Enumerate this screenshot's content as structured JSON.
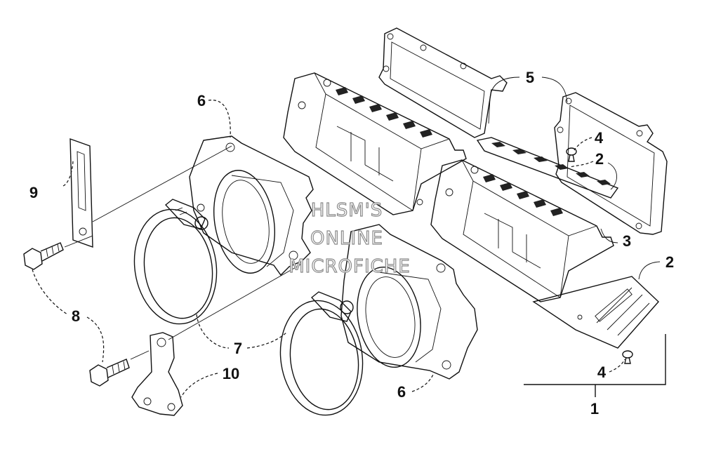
{
  "callouts": [
    {
      "id": "c1",
      "text": "1"
    },
    {
      "id": "c2a",
      "text": "2"
    },
    {
      "id": "c2b",
      "text": "2"
    },
    {
      "id": "c3",
      "text": "3"
    },
    {
      "id": "c4a",
      "text": "4"
    },
    {
      "id": "c4b",
      "text": "4"
    },
    {
      "id": "c5",
      "text": "5"
    },
    {
      "id": "c6a",
      "text": "6"
    },
    {
      "id": "c6b",
      "text": "6"
    },
    {
      "id": "c7",
      "text": "7"
    },
    {
      "id": "c8",
      "text": "8"
    },
    {
      "id": "c9",
      "text": "9"
    },
    {
      "id": "c10",
      "text": "10"
    }
  ],
  "watermark": {
    "line1": "HLSM'S",
    "line2": "ONLINE",
    "line3": "MICROFICHE"
  }
}
